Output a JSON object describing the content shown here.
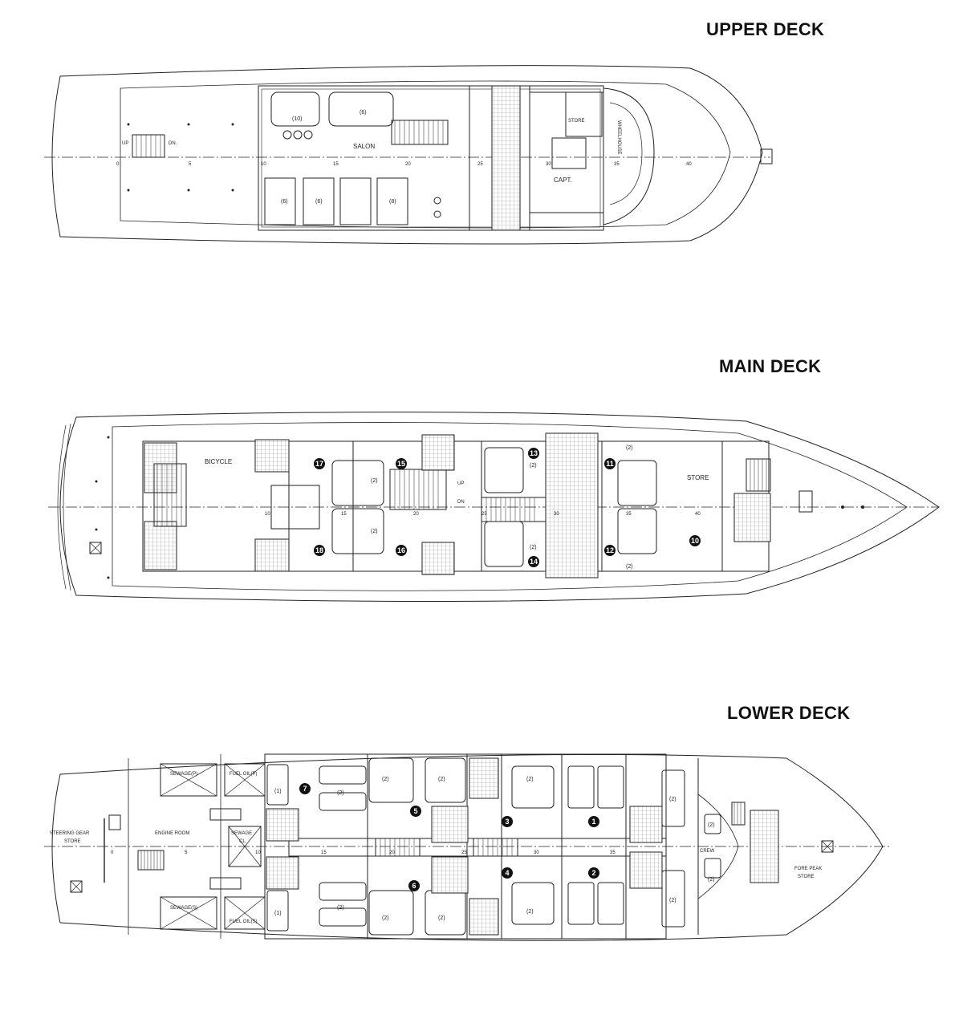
{
  "titles": {
    "upper": "UPPER DECK",
    "main": "MAIN DECK",
    "lower": "LOWER DECK"
  },
  "upper": {
    "salon": "SALON",
    "store": "STORE",
    "capt": "CAPT.",
    "wheelhouse": "WHEELHOUSE",
    "seat_top_left": "(10)",
    "seat_top_right": "(6)",
    "seat_b1": "(6)",
    "seat_b2": "(6)",
    "seat_b3": "(8)",
    "up": "UP",
    "dn": "DN.",
    "frames": [
      "0",
      "5",
      "10",
      "15",
      "20",
      "25",
      "30",
      "35",
      "40"
    ]
  },
  "main": {
    "bicycle": "BICYCLE",
    "store": "STORE",
    "up": "UP",
    "dn": "DN",
    "bed_top": "(2)",
    "bed_bottom": "(2)",
    "b13": "(2)",
    "b14": "(2)",
    "b11": "(2)",
    "b12": "(2)",
    "cabins": [
      "17",
      "15",
      "13",
      "11",
      "18",
      "16",
      "14",
      "12",
      "10"
    ],
    "frames": [
      "10",
      "15",
      "20",
      "25",
      "30",
      "35",
      "40"
    ]
  },
  "lower": {
    "sewage_p": "SEWAGE(P)",
    "fuel_p": "FUEL OIL(P)",
    "sewage_s": "SEWAGE(S)",
    "fuel_s": "FUEL OIL(S)",
    "steering": "STEERING GEAR",
    "steering2": "STORE",
    "engine": "ENGINE ROOM",
    "sewage_c": "SEWAGE",
    "sewage_c2": "CL.",
    "crew": "CREW",
    "fore_peak": "FORE PEAK",
    "fore_peak2": "STORE",
    "one": "(1)",
    "two": "(2)",
    "cabins": [
      "7",
      "5",
      "3",
      "1",
      "6",
      "4",
      "2"
    ],
    "frames": [
      "0",
      "5",
      "10",
      "15",
      "20",
      "25",
      "30",
      "35"
    ]
  },
  "colors": {
    "line": "#222222",
    "grid": "#9a9a9a",
    "badge": "#111111"
  }
}
